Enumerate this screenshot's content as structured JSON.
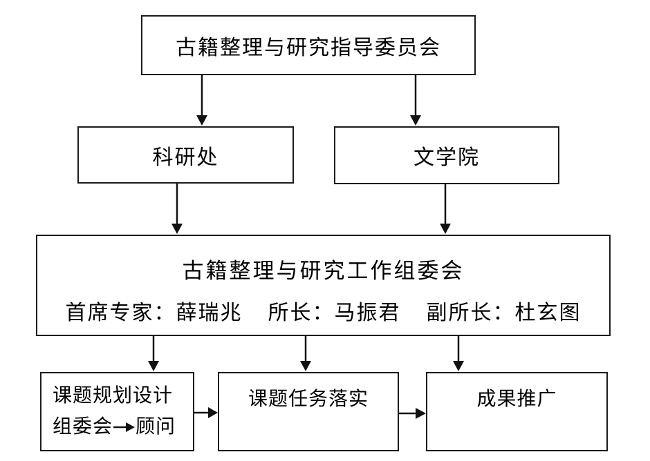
{
  "nodes": {
    "guidance_committee": "古籍整理与研究指导委员会",
    "research_office": "科研处",
    "literature_college": "文学院",
    "working_committee": {
      "title": "古籍整理与研究工作组委会",
      "roster": {
        "chief_expert": "首席专家：薛瑞兆",
        "director": "所长：马振君",
        "deputy_director": "副所长：杜玄图"
      }
    },
    "planning_box": {
      "line1": "课题规划设计",
      "line2_left": "组委会",
      "line2_right": "顾问"
    },
    "task_box": "课题任务落实",
    "result_box": "成果推广"
  },
  "colors": {
    "line": "#111111",
    "border": "#1b1b1b",
    "background": "#ffffff",
    "text": "#000000"
  }
}
